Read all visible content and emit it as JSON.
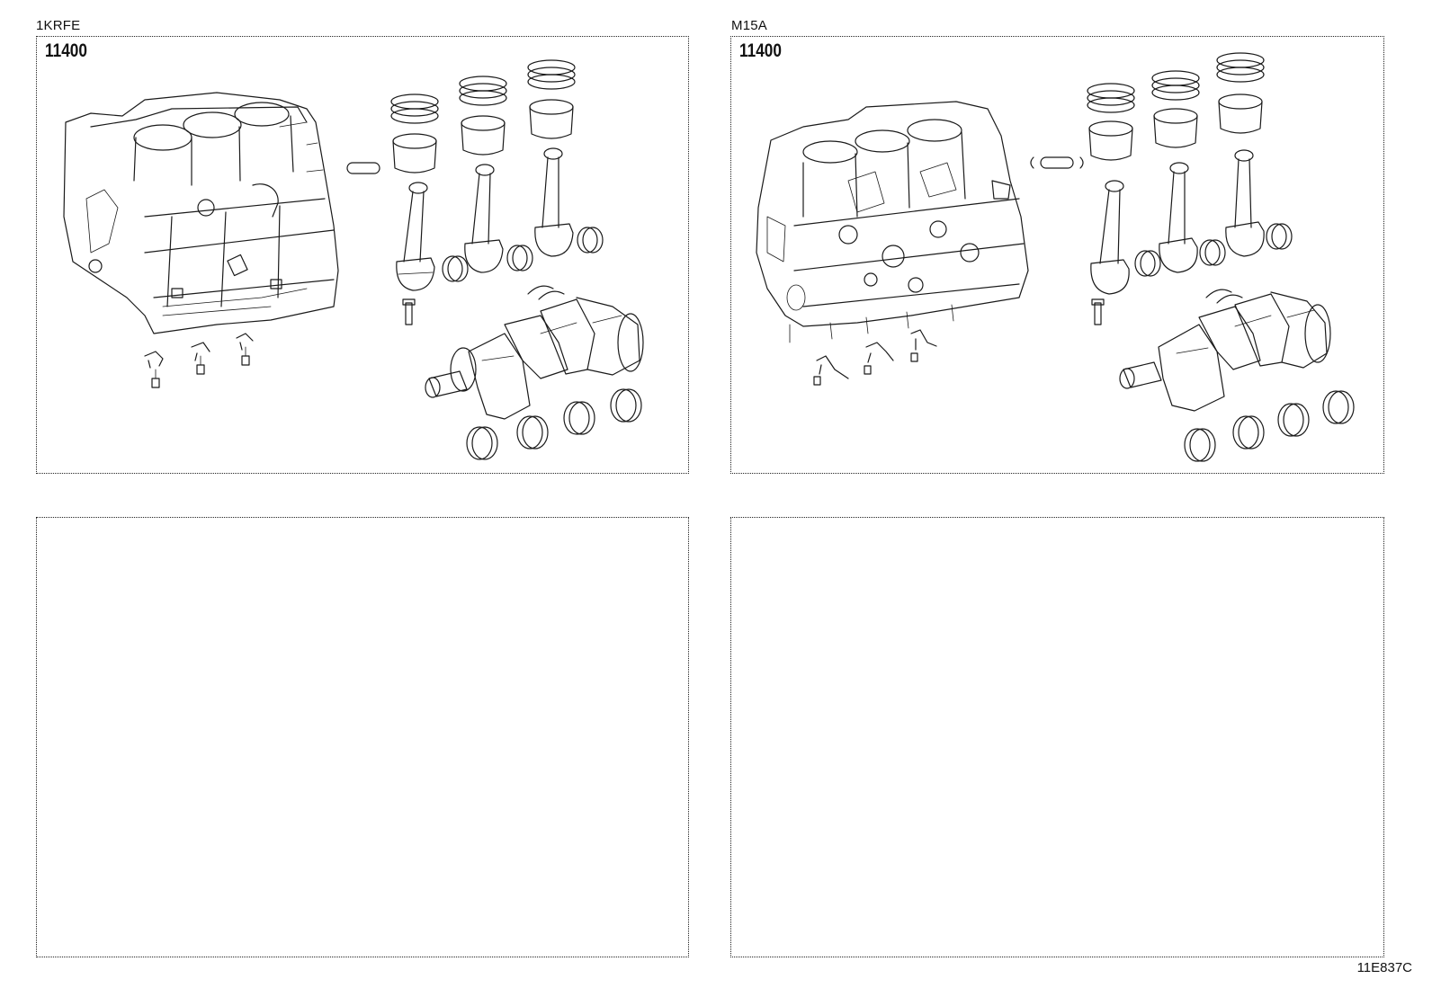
{
  "panels": [
    {
      "engine_code": "1KRFE",
      "part_number": "11400"
    },
    {
      "engine_code": "M15A",
      "part_number": "11400"
    }
  ],
  "diagram_id": "11E837C"
}
